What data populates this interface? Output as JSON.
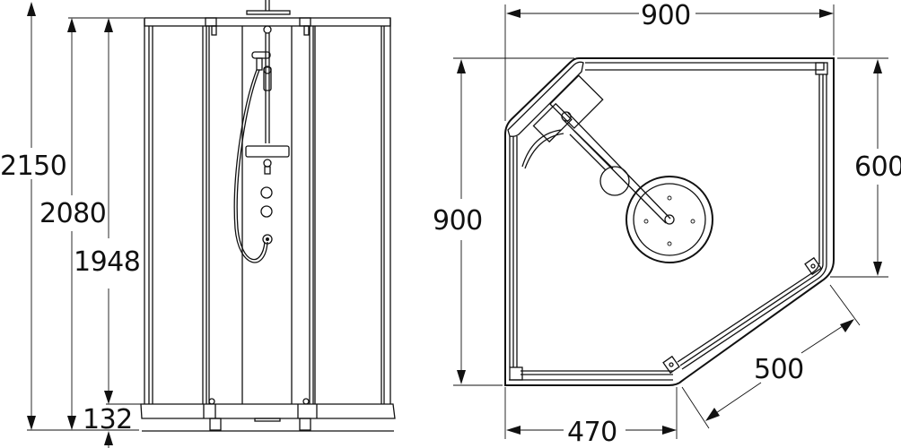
{
  "drawing": {
    "title": "Pentagonal shower cabin dimensional drawing",
    "elevation_view": {
      "dimensions": {
        "total_height": "2150",
        "cabin_height": "2080",
        "door_height": "1948",
        "tray_height": "132"
      }
    },
    "plan_view": {
      "dimensions": {
        "top_width": "900",
        "left_depth": "900",
        "right_side": "600",
        "diagonal_side": "500",
        "bottom_side": "470"
      }
    },
    "colors": {
      "line": "#111111",
      "background": "#ffffff"
    }
  }
}
